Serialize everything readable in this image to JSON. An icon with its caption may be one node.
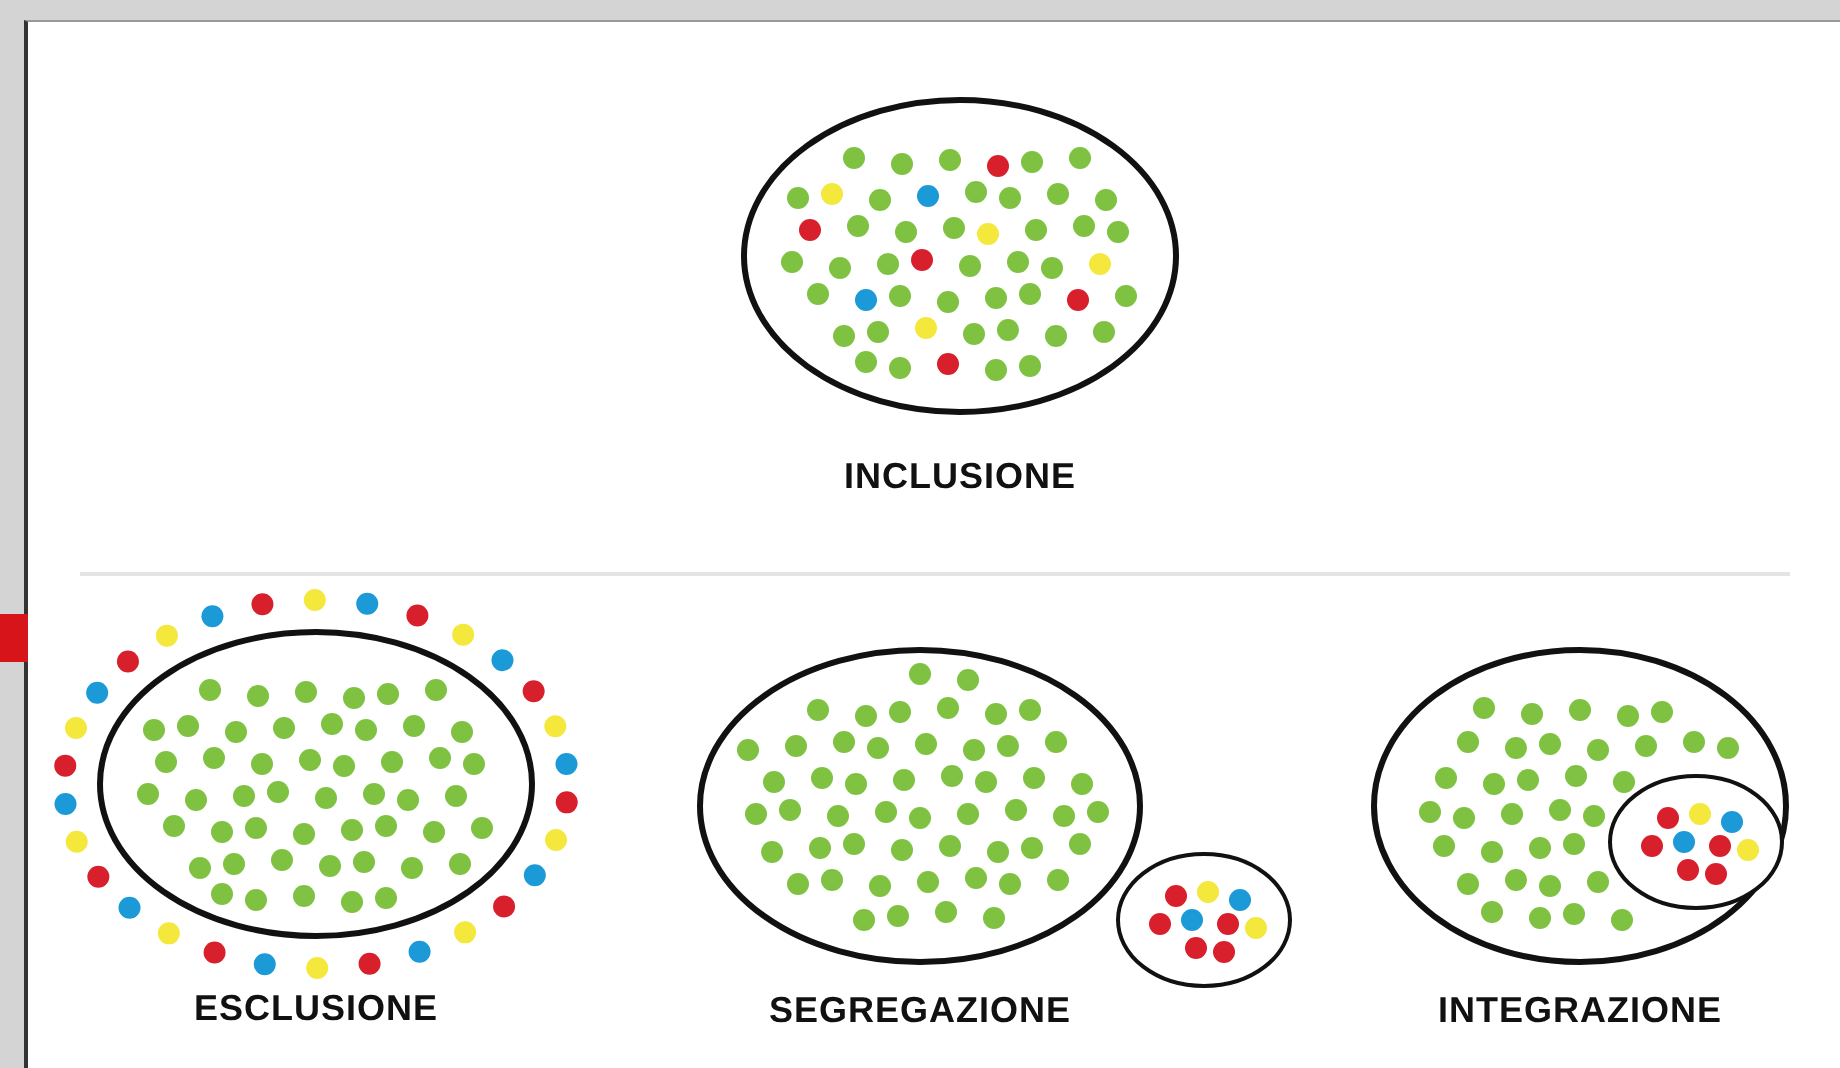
{
  "diagram": {
    "nodes": [
      {
        "text": [
          "INCLUSIONE"
        ]
      },
      {
        "text": [
          "ESCLUSIONE"
        ]
      },
      {
        "text": [
          "SEGREGAZIONE"
        ]
      },
      {
        "text": [],
        "shape": "circle"
      },
      {
        "text": [
          "INTEGRAZIONE"
        ]
      },
      {
        "text": [],
        "shape": "circle",
        "in": 4
      }
    ]
  }
}
